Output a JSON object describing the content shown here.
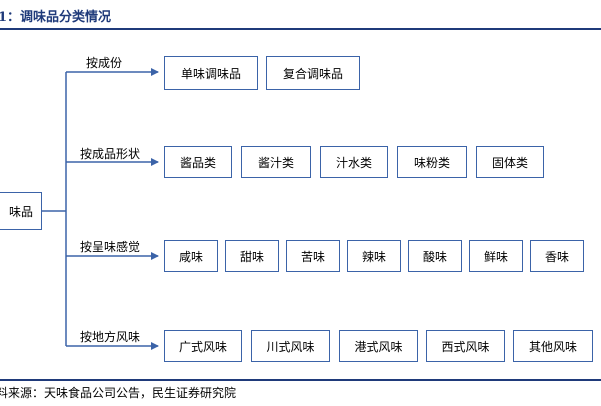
{
  "figure_title": "1：调味品分类情况",
  "root": "味品",
  "branches": [
    {
      "label": "按成份",
      "items": [
        "单味调味品",
        "复合调味品"
      ]
    },
    {
      "label": "按成品形状",
      "items": [
        "酱品类",
        "酱汁类",
        "汁水类",
        "味粉类",
        "固体类"
      ]
    },
    {
      "label": "按呈味感觉",
      "items": [
        "咸味",
        "甜味",
        "苦味",
        "辣味",
        "酸味",
        "鲜味",
        "香味"
      ]
    },
    {
      "label": "按地方风味",
      "items": [
        "广式风味",
        "川式风味",
        "港式风味",
        "西式风味",
        "其他风味"
      ]
    }
  ],
  "source": "料来源：天味食品公司公告，民生证券研究院",
  "colors": {
    "line": "#3b63a8",
    "title": "#1f3a7a"
  }
}
